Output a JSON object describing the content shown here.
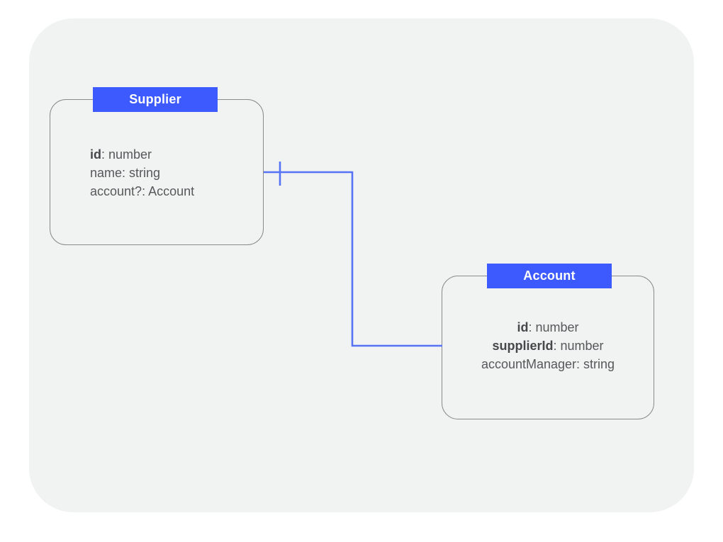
{
  "diagram": {
    "type": "entity-relationship-diagram",
    "panel": {
      "background_color": "#f1f3f3"
    },
    "accent_color": "#3d5afe",
    "entity_border_color": "#8a8a8a",
    "field_text_color": "#55595a",
    "entities": [
      {
        "id": "supplier",
        "title": "Supplier",
        "title_color": "#ffffff",
        "header_color": "#3d5afe",
        "align": "left",
        "fields": [
          {
            "name": "id",
            "separator": ": ",
            "type": "number",
            "key": true
          },
          {
            "name": "name",
            "separator": ": ",
            "type": "string",
            "key": false
          },
          {
            "name": "account?",
            "separator": ": ",
            "type": "Account",
            "key": false
          }
        ]
      },
      {
        "id": "account",
        "title": "Account",
        "title_color": "#ffffff",
        "header_color": "#3d5afe",
        "align": "center",
        "fields": [
          {
            "name": "id",
            "separator": ": ",
            "type": "number",
            "key": true
          },
          {
            "name": "supplierId",
            "separator": ": ",
            "type": "number",
            "key": true
          },
          {
            "name": "accountManager",
            "separator": ": ",
            "type": "string",
            "key": false
          }
        ]
      }
    ],
    "relationship": {
      "from": "supplier",
      "to": "account",
      "line_color": "#5672f5",
      "source_cardinality": "one",
      "target_cardinality": "one"
    }
  }
}
